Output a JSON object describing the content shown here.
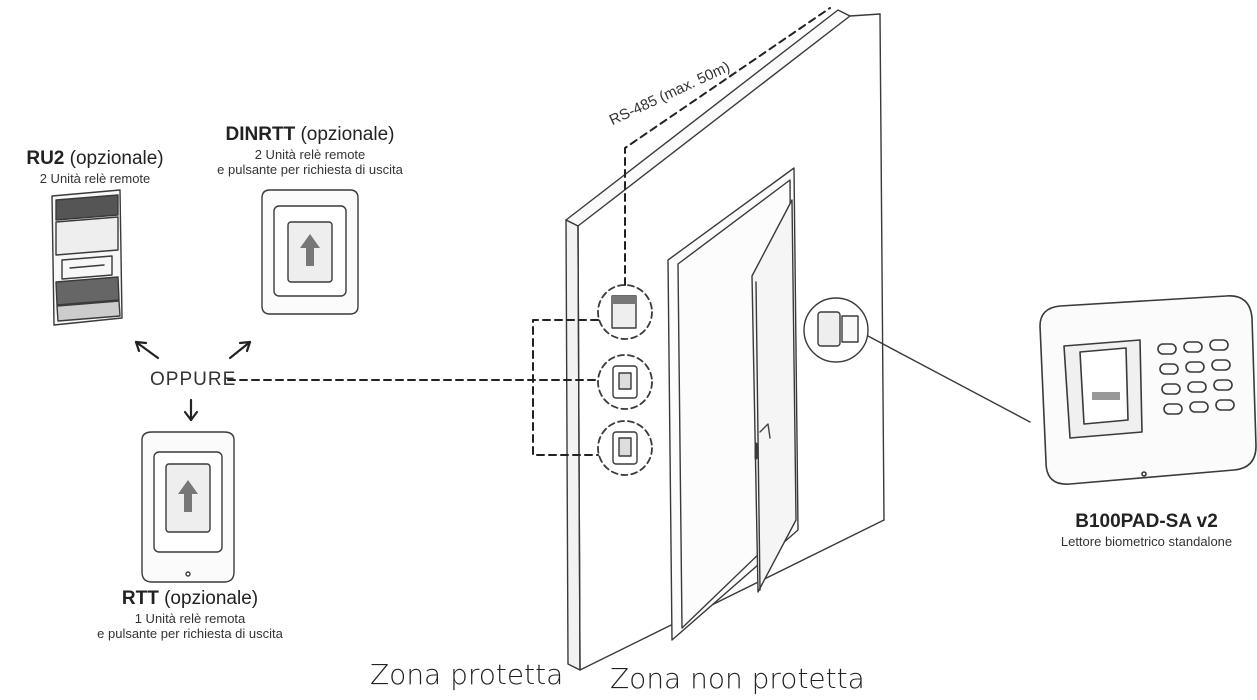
{
  "devices": {
    "ru2": {
      "name": "RU2",
      "qualifier": "(opzionale)",
      "desc": [
        "2 Unità relè remote"
      ]
    },
    "dinrtt": {
      "name": "DINRTT",
      "qualifier": "(opzionale)",
      "desc": [
        "2 Unità relè remote",
        "e pulsante per richiesta di uscita"
      ]
    },
    "rtt": {
      "name": "RTT",
      "qualifier": "(opzionale)",
      "desc": [
        "1 Unità relè remota",
        "e pulsante per richiesta di uscita"
      ]
    },
    "reader": {
      "name": "B100PAD-SA v2",
      "desc": [
        "Lettore biometrico standalone"
      ]
    }
  },
  "oppure": "OPPURE",
  "cable_label": "RS-485 (max. 50m)",
  "zones": {
    "protected": "Zona protetta",
    "unprotected": "Zona non protetta"
  },
  "colors": {
    "line": "#2a2a2a",
    "outline": "#555555"
  }
}
